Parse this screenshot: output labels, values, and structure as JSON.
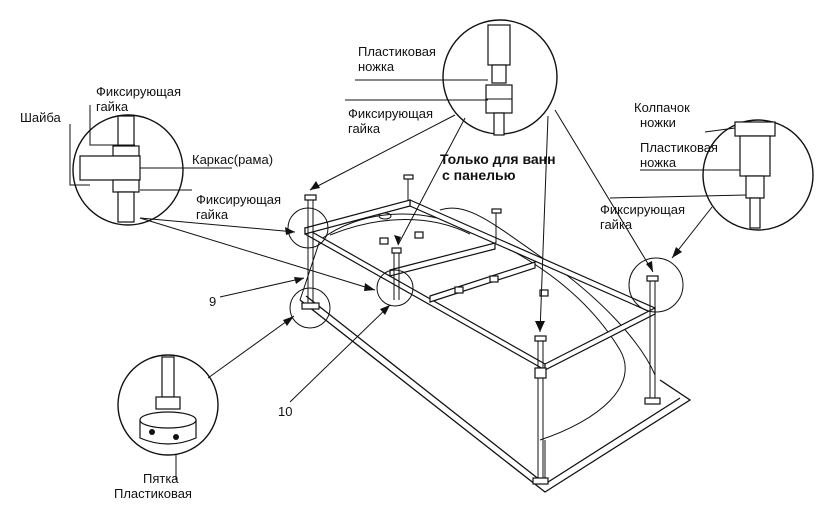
{
  "labels": {
    "washer": "Шайба",
    "fix_nut_left_top": "Фиксирующая\nгайка",
    "frame": "Каркас(рама)",
    "fix_nut_left_bottom": "Фиксирующая\nгайка",
    "plastic_leg_top": "Пластиковая\nножка",
    "fix_nut_top": "Фиксирующая\nгайка",
    "panel_only": "Только для ванн\nс панелью",
    "leg_cap": "Колпачок\nножки",
    "plastic_leg_right": "Пластиковая\nножка",
    "fix_nut_right": "Фиксирующая\nгайка",
    "num_9": "9",
    "num_10": "10",
    "heel": "Пятка\nПластиковая"
  }
}
